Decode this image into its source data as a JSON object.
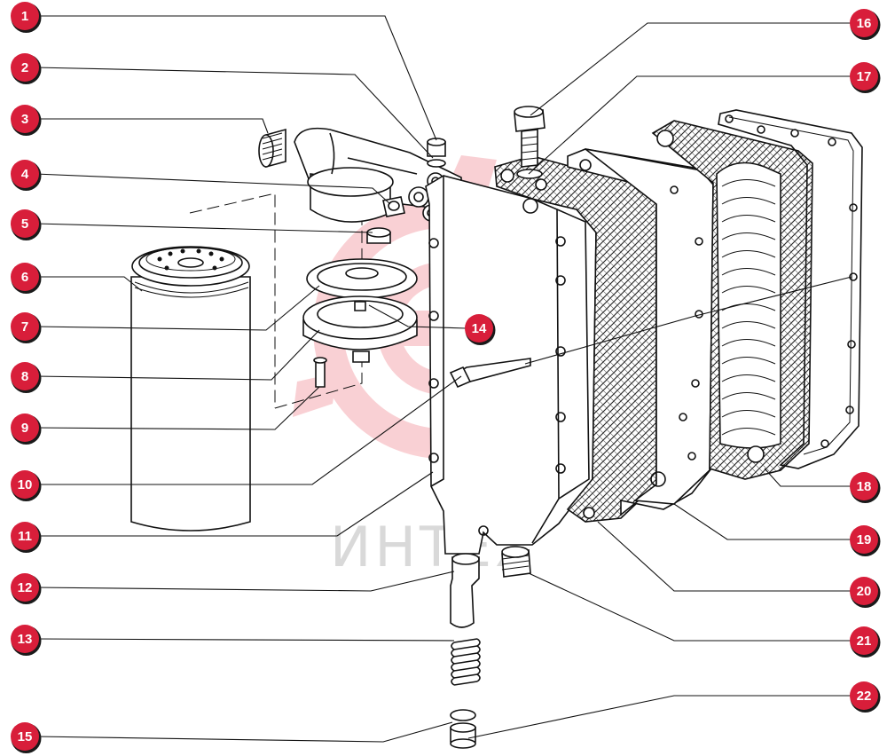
{
  "watermark": {
    "text": "ИНТЕХ",
    "color": "#e6303f"
  },
  "marker_color": "#d81e3a",
  "callouts": [
    {
      "id": "1",
      "label": "1"
    },
    {
      "id": "2",
      "label": "2"
    },
    {
      "id": "3",
      "label": "3"
    },
    {
      "id": "4",
      "label": "4"
    },
    {
      "id": "5",
      "label": "5"
    },
    {
      "id": "6",
      "label": "6"
    },
    {
      "id": "7",
      "label": "7"
    },
    {
      "id": "8",
      "label": "8"
    },
    {
      "id": "9",
      "label": "9"
    },
    {
      "id": "10",
      "label": "10"
    },
    {
      "id": "11",
      "label": "11"
    },
    {
      "id": "12",
      "label": "12"
    },
    {
      "id": "13",
      "label": "13"
    },
    {
      "id": "14",
      "label": "14"
    },
    {
      "id": "15",
      "label": "15"
    },
    {
      "id": "16",
      "label": "16"
    },
    {
      "id": "17",
      "label": "17"
    },
    {
      "id": "18",
      "label": "18"
    },
    {
      "id": "19",
      "label": "19"
    },
    {
      "id": "20",
      "label": "20"
    },
    {
      "id": "21",
      "label": "21"
    },
    {
      "id": "22",
      "label": "22"
    }
  ]
}
